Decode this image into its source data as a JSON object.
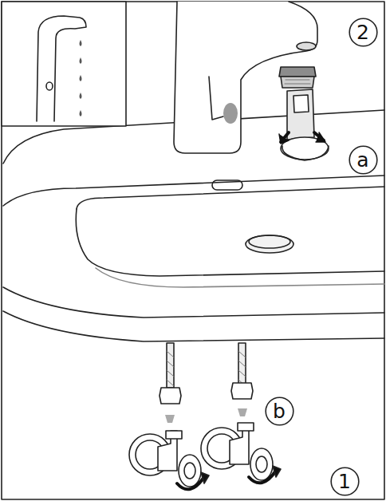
{
  "diagram": {
    "nodes": [
      {
        "text": [
          "2"
        ]
      },
      {
        "text": [
          "a"
        ]
      },
      {
        "text": [
          "b"
        ]
      },
      {
        "text": [
          "1"
        ]
      }
    ]
  }
}
